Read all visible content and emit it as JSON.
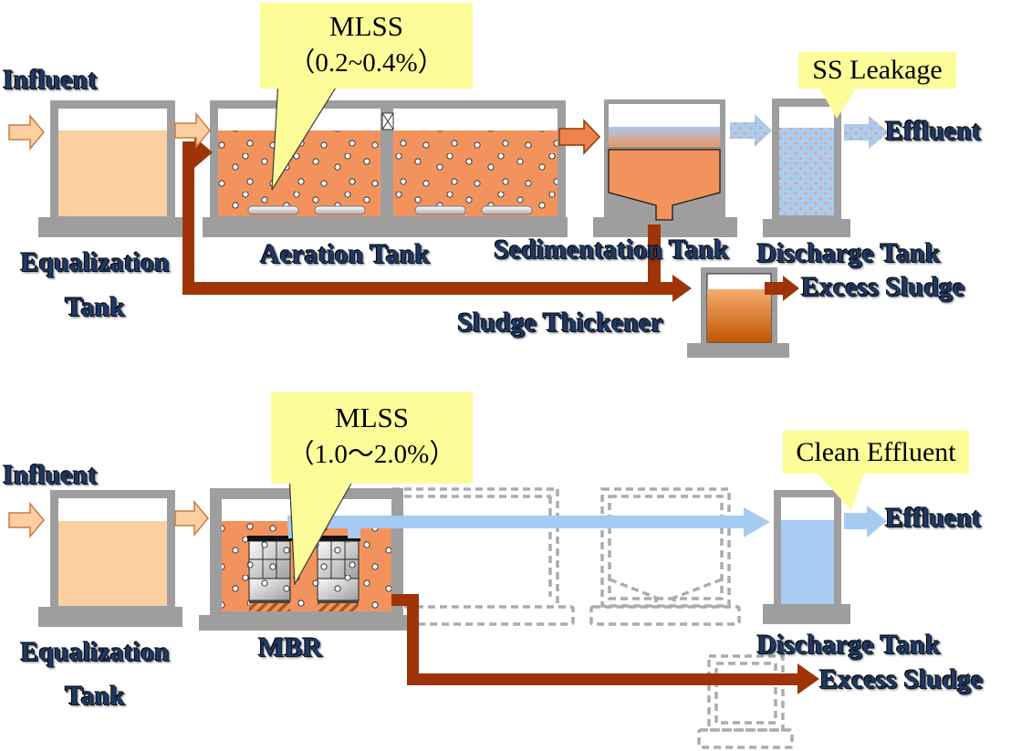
{
  "diagram": {
    "subject": "Comparison of Conventional Activated Sludge process and MBR process",
    "colors": {
      "tank_wall_gray": "#9E9E9E",
      "raw_water_peach": "#FBCFA0",
      "mixed_liquor_orange": "#F2935E",
      "treated_water_blue": "#A9CCF3",
      "sludge_pipe_red": "#9E3407",
      "callout_yellow": "#FCFC99",
      "label_navy": "#1F3864",
      "thickened_sludge_dark_orange": "#C05800"
    }
  },
  "top_process": {
    "influent_label": "Influent",
    "equalization_tank_label_line1": "Equalization",
    "equalization_tank_label_line2": "Tank",
    "mlss_callout_title": "MLSS",
    "mlss_callout_value": "（0.2~0.4%）",
    "aeration_tank_label": "Aeration Tank",
    "sedimentation_tank_label": "Sedimentation Tank",
    "ss_leakage_callout": "SS Leakage",
    "discharge_tank_label": "Discharge Tank",
    "effluent_label": "Effluent",
    "sludge_thickener_label": "Sludge Thickener",
    "excess_sludge_label": "Excess Sludge"
  },
  "bottom_process": {
    "influent_label": "Influent",
    "equalization_tank_label_line1": "Equalization",
    "equalization_tank_label_line2": "Tank",
    "mlss_callout_title": "MLSS",
    "mlss_callout_value": "（1.0～2.0%）",
    "mbr_label": "MBR",
    "clean_effluent_callout": "Clean Effluent",
    "discharge_tank_label": "Discharge Tank",
    "effluent_label": "Effluent",
    "excess_sludge_label": "Excess Sludge"
  }
}
